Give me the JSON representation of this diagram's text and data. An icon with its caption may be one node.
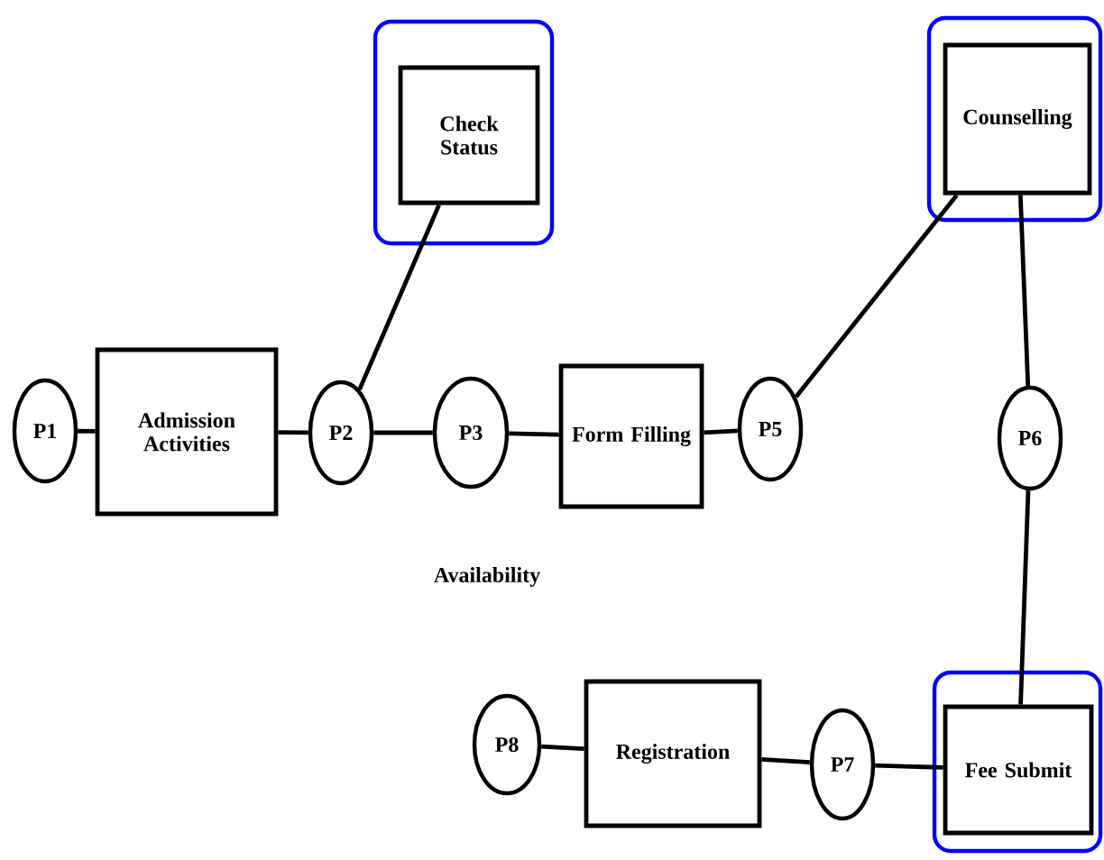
{
  "diagram": {
    "nodes": [
      {
        "text": [
          "P1"
        ]
      },
      {
        "text": [
          "Admission Activities"
        ]
      },
      {
        "text": [
          "P2"
        ]
      },
      {
        "text": [
          "Check Status"
        ]
      },
      {
        "text": [
          "P3"
        ]
      },
      {
        "text": [
          "Form Filling"
        ]
      },
      {
        "text": [
          "P5"
        ]
      },
      {
        "text": [
          "Counselling"
        ]
      },
      {
        "text": [
          "P6"
        ]
      },
      {
        "text": [
          "P8"
        ]
      },
      {
        "text": [
          "Registration"
        ]
      },
      {
        "text": [
          "P7"
        ]
      },
      {
        "text": [
          "Fee Submit"
        ]
      }
    ],
    "edges": [
      {
        "from": 0,
        "to": 1,
        "arrow": "none"
      },
      {
        "from": 1,
        "to": 2,
        "arrow": "none"
      },
      {
        "from": 2,
        "to": 3,
        "arrow": "none"
      },
      {
        "from": 2,
        "to": 4,
        "arrow": "none"
      },
      {
        "from": 4,
        "to": 5,
        "arrow": "none"
      },
      {
        "from": 5,
        "to": 6,
        "arrow": "none"
      },
      {
        "from": 6,
        "to": 7,
        "arrow": "none"
      },
      {
        "from": 7,
        "to": 8,
        "arrow": "none"
      },
      {
        "from": 8,
        "to": 12,
        "arrow": "none"
      },
      {
        "from": 9,
        "to": 10,
        "arrow": "none"
      },
      {
        "from": 10,
        "to": 11,
        "arrow": "none"
      },
      {
        "from": 11,
        "to": 12,
        "arrow": "none"
      }
    ],
    "labels": [
      "Availability"
    ]
  }
}
